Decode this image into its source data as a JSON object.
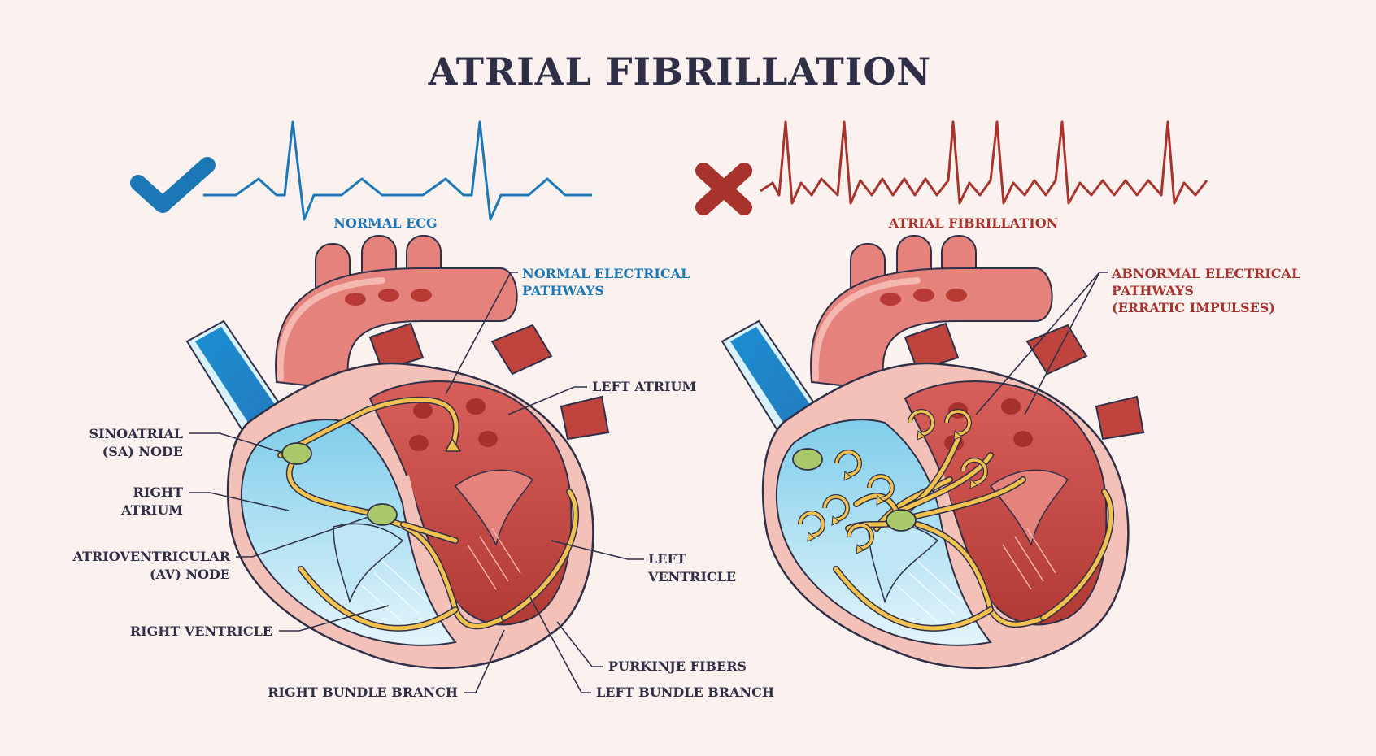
{
  "title": "ATRIAL FIBRILLATION",
  "colors": {
    "background": "#fbf1ef",
    "normal_blue": "#1b77b5",
    "afib_red": "#a8322c",
    "outline": "#2f3048",
    "pathway_yellow": "#f2c14e",
    "node_green": "#a9c96a"
  },
  "icons": {
    "normal": "check-icon",
    "abnormal": "cross-icon"
  },
  "normal_panel": {
    "ecg_label": "NORMAL ECG",
    "pathways_label": [
      "NORMAL ELECTRICAL",
      "PATHWAYS"
    ],
    "labels": {
      "sa_node": [
        "SINOATRIAL",
        "(SA) NODE"
      ],
      "right_atrium": [
        "RIGHT",
        "ATRIUM"
      ],
      "av_node": [
        "ATRIOVENTRICULAR",
        "(AV) NODE"
      ],
      "right_ventricle": "RIGHT VENTRICLE",
      "right_bundle_branch": "RIGHT BUNDLE BRANCH",
      "left_atrium": "LEFT ATRIUM",
      "left_ventricle": [
        "LEFT",
        "VENTRICLE"
      ],
      "purkinje_fibers": "PURKINJE FIBERS",
      "left_bundle_branch": "LEFT BUNDLE BRANCH"
    }
  },
  "afib_panel": {
    "ecg_label": "ATRIAL FIBRILLATION",
    "pathways_label": [
      "ABNORMAL ELECTRICAL",
      "PATHWAYS",
      "(ERRATIC IMPULSES)"
    ]
  }
}
